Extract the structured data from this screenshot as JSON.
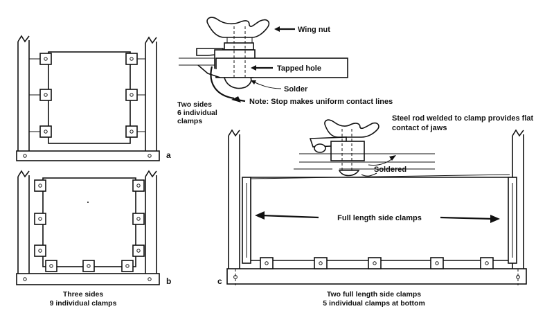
{
  "labels": {
    "wing_nut": "Wing nut",
    "tapped_hole": "Tapped hole",
    "solder": "Solder",
    "note": "Note: Stop makes uniform contact lines",
    "steel_rod_1": "Steel rod welded to clamp provides flat",
    "steel_rod_2": "contact of jaws",
    "soldered": "Soldered",
    "full_length": "Full length side clamps"
  },
  "panels": {
    "a": {
      "tag": "a",
      "caption_1": "Two sides",
      "caption_2": "6 individual",
      "caption_3": "clamps"
    },
    "b": {
      "tag": "b",
      "caption_1": "Three sides",
      "caption_2": "9 individual clamps"
    },
    "c": {
      "tag": "c",
      "caption_1": "Two full length side clamps",
      "caption_2": "5 individual clamps at bottom"
    }
  }
}
